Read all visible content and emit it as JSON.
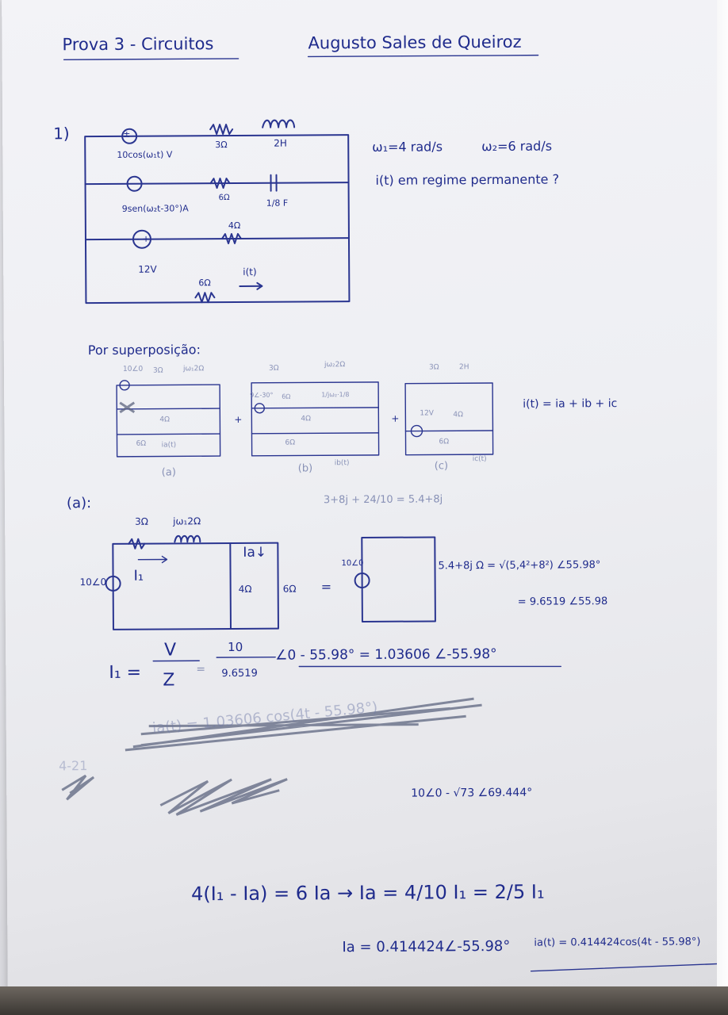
{
  "header": {
    "title": "Prova 3 - Circuitos",
    "author": "Augusto Sales de Queiroz"
  },
  "question": {
    "number": "1)",
    "w1": "ω₁=4 rad/s",
    "w2": "ω₂=6 rad/s",
    "prompt": "i(t) em regime permanente ?"
  },
  "circuit": {
    "src1": "10cos(ω₁t) V",
    "r1": "3Ω",
    "l1": "2H",
    "src2": "9sen(ω₂t-30°)A",
    "r2": "6Ω",
    "c1": "1/8 F",
    "r3": "4Ω",
    "src3": "12V",
    "r4": "6Ω",
    "current": "i(t)"
  },
  "superposition": {
    "heading": "Por superposição:",
    "a_src": "10∠0",
    "a_r": "3Ω",
    "a_l": "jω₁2Ω",
    "a_r4": "4Ω",
    "a_r6": "6Ω",
    "a_cur": "ia(t)",
    "a_label": "(a)",
    "b_r": "3Ω",
    "b_l": "jω₂2Ω",
    "b_src": "9∠-30°",
    "b_r6": "6Ω",
    "b_c": "1/jω₂·1/8",
    "b_r4": "4Ω",
    "b_r6b": "6Ω",
    "b_cur": "ib(t)",
    "b_label": "(b)",
    "c_r": "3Ω",
    "c_l": "2H",
    "c_src": "12V",
    "c_r4": "4Ω",
    "c_r6": "6Ω",
    "c_cur": "ic(t)",
    "c_label": "(c)",
    "plus": "+",
    "sum": "i(t) = ia + ib + ic"
  },
  "part_a": {
    "label": "(a):",
    "impedance_calc": "3+8j + 24/10 = 5.4+8j",
    "src": "10∠0",
    "r": "3Ω",
    "l": "jω₁2Ω",
    "i1": "I₁",
    "ia": "Ia↓",
    "r4": "4Ω",
    "r6": "6Ω",
    "eq": "=",
    "src2": "10∠0",
    "z_line1": "5.4+8j Ω = √(5,4²+8²) ∠55.98°",
    "z_line2": "= 9.6519 ∠55.98",
    "i1_formula_lhs": "I₁ =",
    "v": "V",
    "z": "Z",
    "eq2": "=",
    "num": "10",
    "den": "9.6519",
    "i1_result": "∠0 - 55.98° = 1.03606 ∠-55.98°",
    "crossed": "ia(t) = 1.03606 cos(4t - 55.98°)",
    "margin_note": "4-21",
    "phasor_note": "10∠0 - √73 ∠69.444°",
    "divider_eq": "4(I₁ - Ia) = 6 Ia → Ia = 4/10 I₁ = 2/5 I₁",
    "ia_value": "Ia = 0.414424∠-55.98°",
    "ia_time": "ia(t) = 0.414424cos(4t - 55.98°)"
  }
}
